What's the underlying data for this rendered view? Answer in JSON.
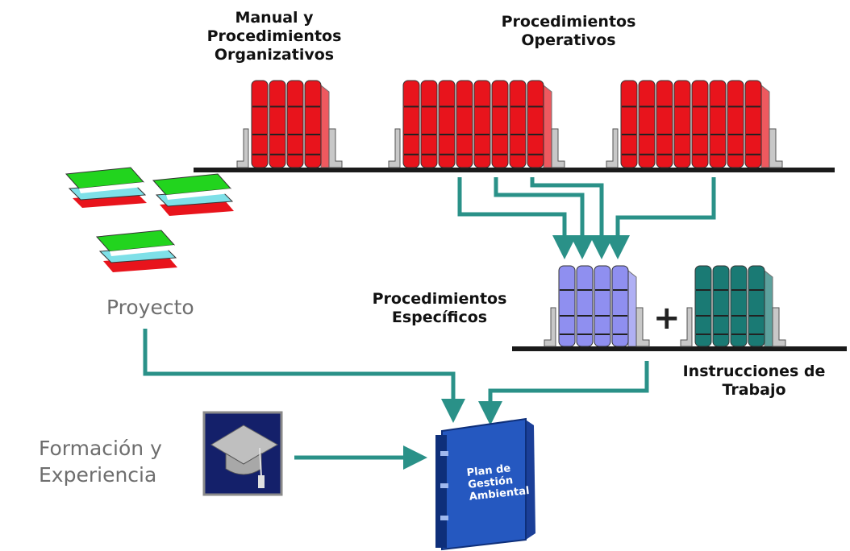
{
  "labels": {
    "manual": "Manual y\nProcedimientos\nOrganizativos",
    "operativos": "Procedimientos\nOperativos",
    "especificos": "Procedimientos\nEspecíficos",
    "instrucciones": "Instrucciones de\nTrabajo",
    "proyecto": "Proyecto",
    "formacion": "Formación y\nExperiencia",
    "plus": "+",
    "plan": "Plan de\nGestión\nAmbiental"
  },
  "colors": {
    "red_binders": "#e8141c",
    "blue_binders": "#8f8ff0",
    "teal_binders": "#1a7a74",
    "arrows": "#2a9188",
    "shelf": "#1a1a1a",
    "plan_binder": "#2558c0",
    "cap_tile": "#14206a",
    "book_green": "#22d41e",
    "book_cyan": "#7ee0e8",
    "book_red": "#e8141c"
  },
  "icons": {
    "binder_groups": [
      "red-binder-row-icon",
      "blue-binder-row-icon",
      "teal-binder-row-icon"
    ],
    "books": "book-stack-icon",
    "graduation": "graduation-cap-icon",
    "plan": "plan-binder-icon"
  }
}
